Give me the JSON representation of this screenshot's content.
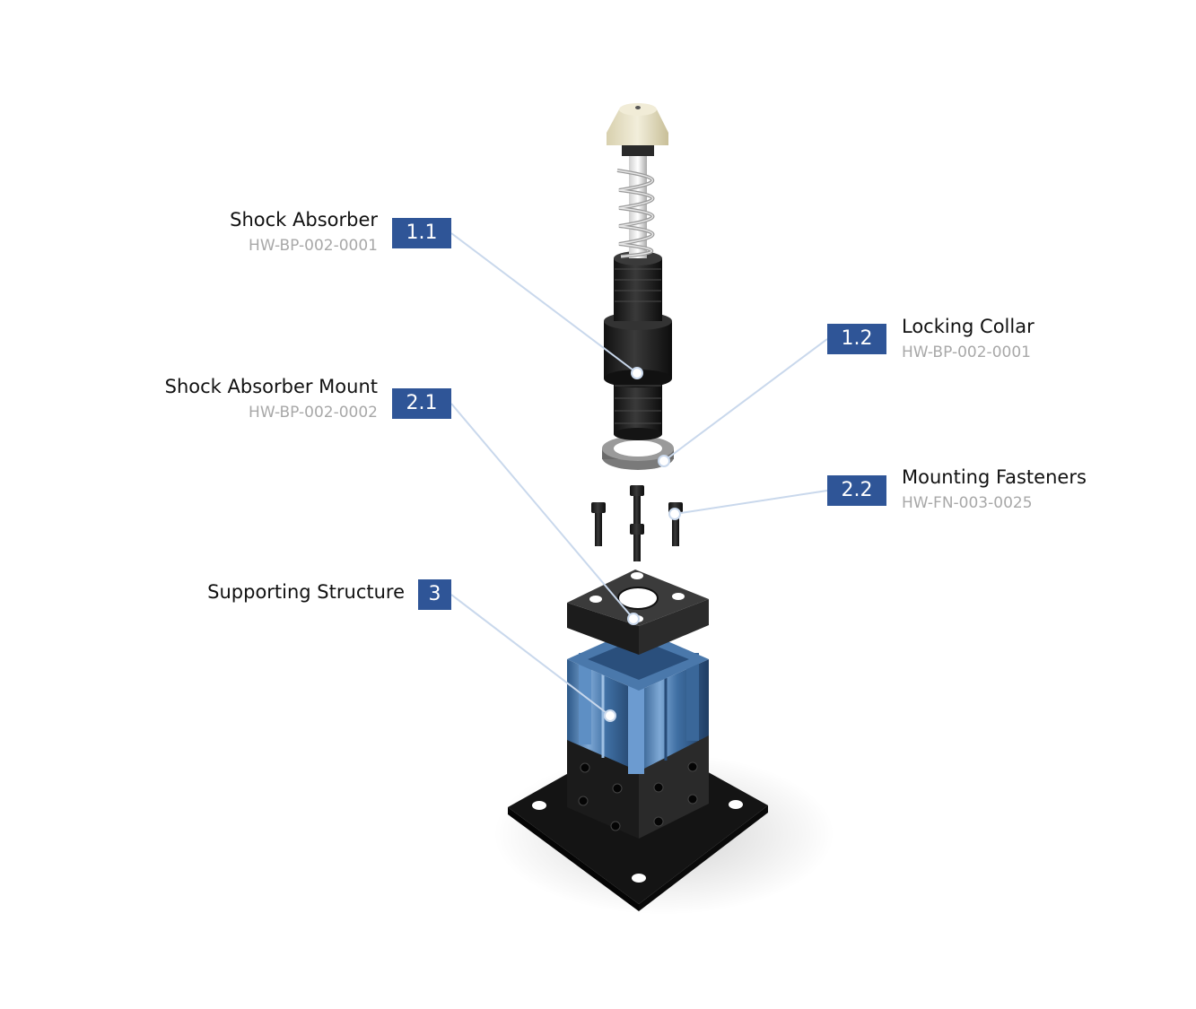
{
  "callouts": [
    {
      "id": "1.1",
      "name": "Shock Absorber",
      "part": "HW-BP-002-0001"
    },
    {
      "id": "1.2",
      "name": "Locking Collar",
      "part": "HW-BP-002-0001"
    },
    {
      "id": "2.1",
      "name": "Shock Absorber Mount",
      "part": "HW-BP-002-0002"
    },
    {
      "id": "2.2",
      "name": "Mounting Fasteners",
      "part": "HW-FN-003-0025"
    },
    {
      "id": "3",
      "name": "Supporting Structure"
    }
  ],
  "colors": {
    "badge": "#2f5597",
    "leader": "#c9d8ec",
    "part_number": "#a8a8a8",
    "aluminum_profile": "#4f7fb4",
    "anodized_black": "#1e1e1e",
    "tip_cap": "#e6e0c6"
  }
}
